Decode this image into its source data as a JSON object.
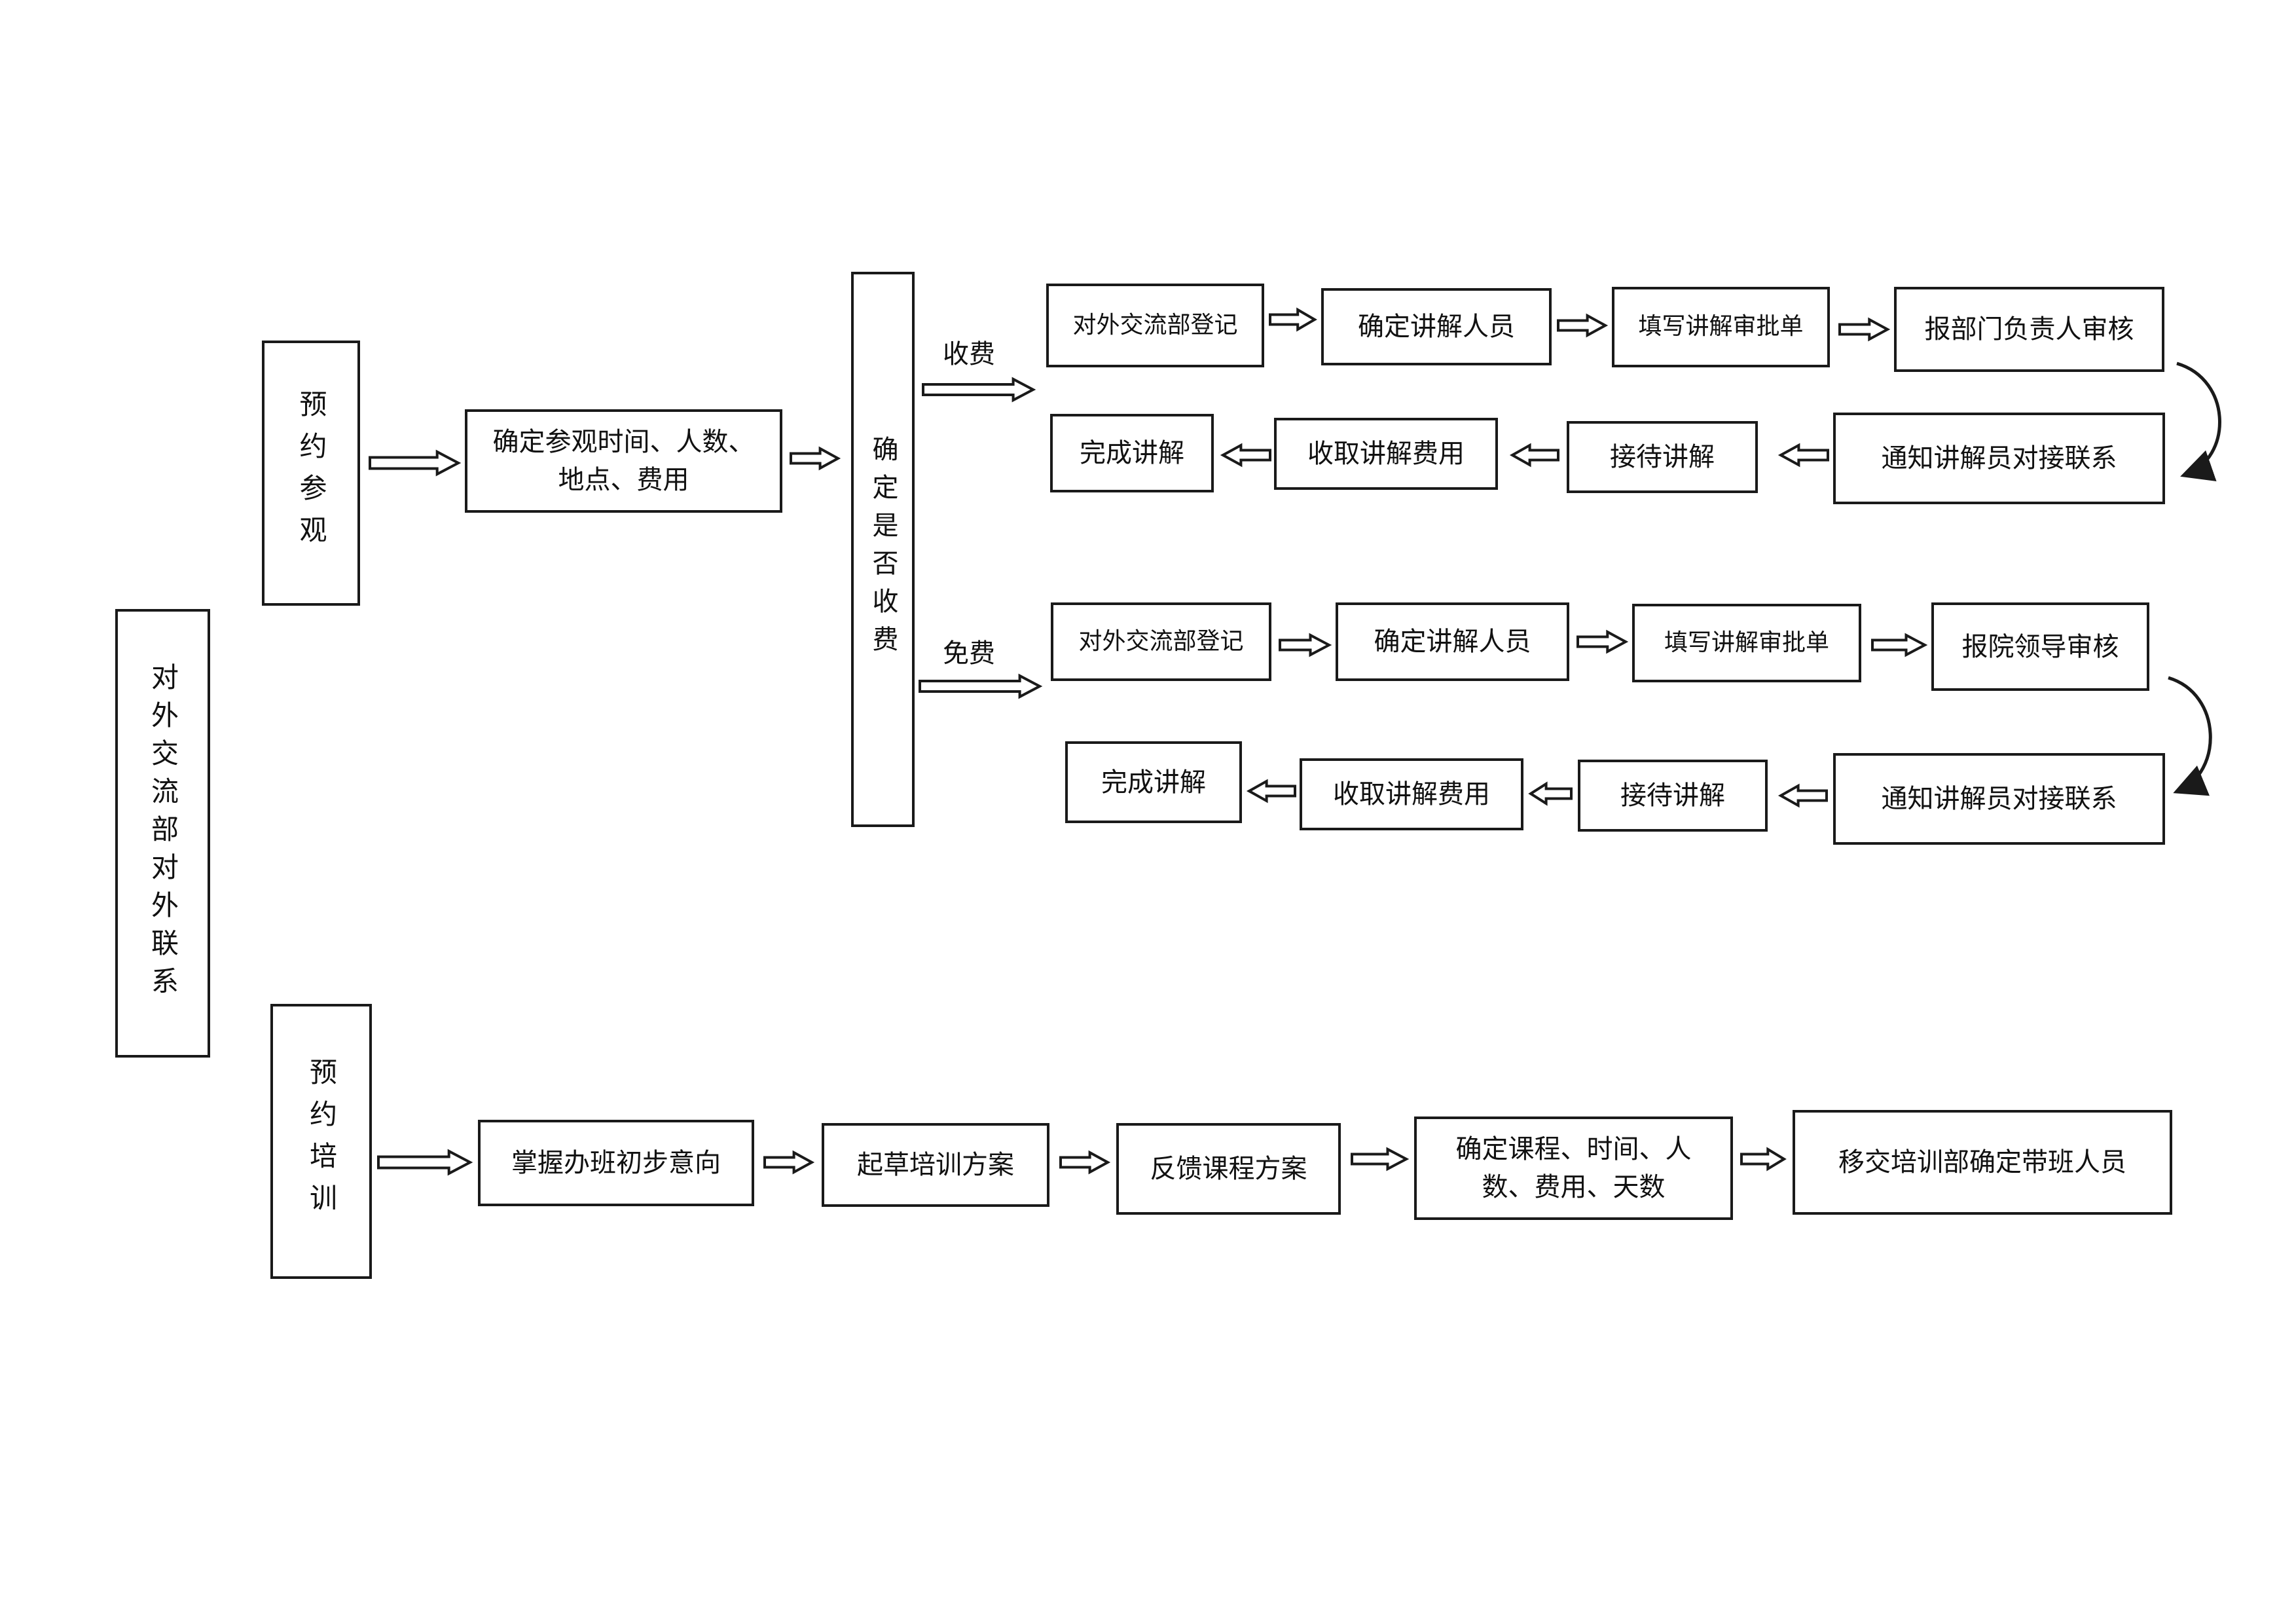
{
  "root": {
    "label": "对外交流部对外联系"
  },
  "visit": {
    "title": "预约参观",
    "step1": "确定参观时间、人数、地点、费用",
    "decision": "确定是否收费",
    "paid": {
      "branch_label": "收费",
      "row1": [
        "对外交流部登记",
        "确定讲解人员",
        "填写讲解审批单",
        "报部门负责人审核"
      ],
      "row2": [
        "完成讲解",
        "收取讲解费用",
        "接待讲解",
        "通知讲解员对接联系"
      ]
    },
    "free": {
      "branch_label": "免费",
      "row1": [
        "对外交流部登记",
        "确定讲解人员",
        "填写讲解审批单",
        "报院领导审核"
      ],
      "row2": [
        "完成讲解",
        "收取讲解费用",
        "接待讲解",
        "通知讲解员对接联系"
      ]
    }
  },
  "training": {
    "title": "预约培训",
    "steps": [
      "掌握办班初步意向",
      "起草培训方案",
      "反馈课程方案",
      "确定课程、时间、人数、费用、天数",
      "移交培训部确定带班人员"
    ]
  },
  "colors": {
    "line": "#1a1a1a",
    "background": "#ffffff"
  }
}
